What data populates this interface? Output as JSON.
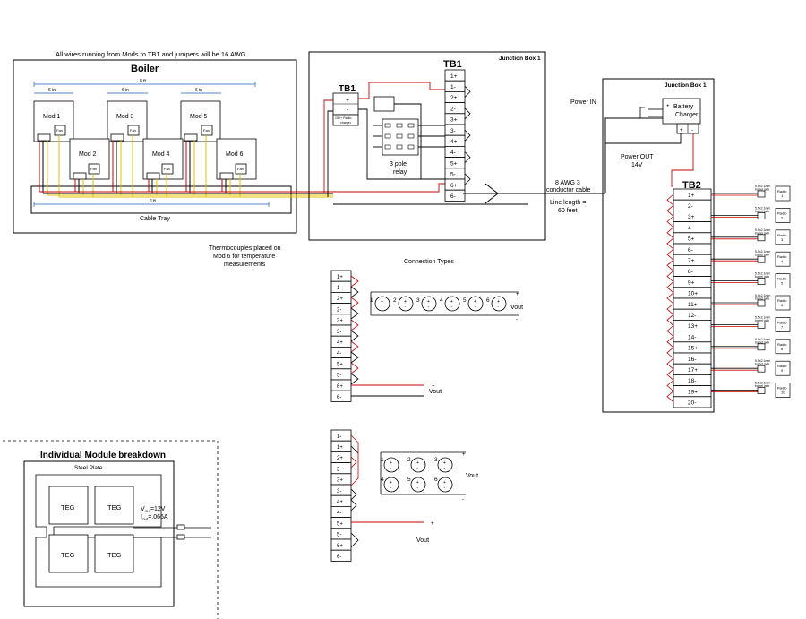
{
  "header_note": "All wires running from Mods to TB1 and jumpers will be 16 AWG",
  "boiler": {
    "title": "Boiler",
    "modules": [
      "Mod 1",
      "Mod 2",
      "Mod 3",
      "Mod 4",
      "Mod 5",
      "Mod 6"
    ],
    "fan_label": "Fan",
    "dim_top": "8 ft",
    "dim_bottom": "6 ft",
    "dim_inch": "6 in",
    "cable_tray": "Cable Tray"
  },
  "thermo_note": [
    "Thermocouples placed on",
    "Mod 6 for temperature",
    "measurements"
  ],
  "junction_box_1": {
    "title": "Junction Box 1",
    "tb1_small": "TB1",
    "tb1": "TB1",
    "tb1_small_terminals": [
      "+",
      "-"
    ],
    "charger_label": [
      "15V+ Radio",
      "charger"
    ],
    "relay_label": [
      "3 pole",
      "relay"
    ],
    "tb1_terminals": [
      "1+",
      "1-",
      "2+",
      "2-",
      "3+",
      "3-",
      "4+",
      "4-",
      "5+",
      "5-",
      "6+",
      "6-"
    ]
  },
  "cable": {
    "desc": [
      "8 AWG 3",
      "conductor cable"
    ],
    "length": [
      "Line length =",
      "60 feet"
    ]
  },
  "junction_box_2": {
    "title": "Junction Box 1",
    "power_in": "Power IN",
    "battery": [
      "Battery",
      "Charger"
    ],
    "power_out": [
      "Power OUT",
      "14V"
    ],
    "tb2": "TB2",
    "tb2_terminals": [
      "1+",
      "2-",
      "3+",
      "4-",
      "5+",
      "6-",
      "7+",
      "8-",
      "9+",
      "10+",
      "11+",
      "12-",
      "13+",
      "14-",
      "15+",
      "16-",
      "17+",
      "18-",
      "19+",
      "20-"
    ],
    "radio_jack": [
      "5.5x2.1mm",
      "barrel jack"
    ],
    "radio_label": "Radio",
    "radio_numbers": [
      "1",
      "2",
      "3",
      "4",
      "5",
      "6",
      "7",
      "8",
      "9",
      "10"
    ]
  },
  "connection_types": {
    "title": "Connection Types",
    "series_terminals": [
      "1+",
      "1-",
      "2+",
      "2-",
      "3+",
      "3-",
      "4+",
      "4-",
      "5+",
      "5-",
      "6+",
      "6-"
    ],
    "parallel_terminals": [
      "1-",
      "1+",
      "2+",
      "2-",
      "3+",
      "3-",
      "4+",
      "4-",
      "5+",
      "5-",
      "6+",
      "6-"
    ],
    "source_numbers": [
      "1",
      "2",
      "3",
      "4",
      "5",
      "6"
    ],
    "vout": "Vout"
  },
  "module_breakdown": {
    "title": "Individual Module breakdown",
    "plate": "Steel Plate",
    "teg": "TEG",
    "vout_line": "V",
    "vout_sub": "out",
    "vout_val": "=12V",
    "iout_line": "I",
    "iout_sub": "out",
    "iout_val": "=.066A"
  }
}
